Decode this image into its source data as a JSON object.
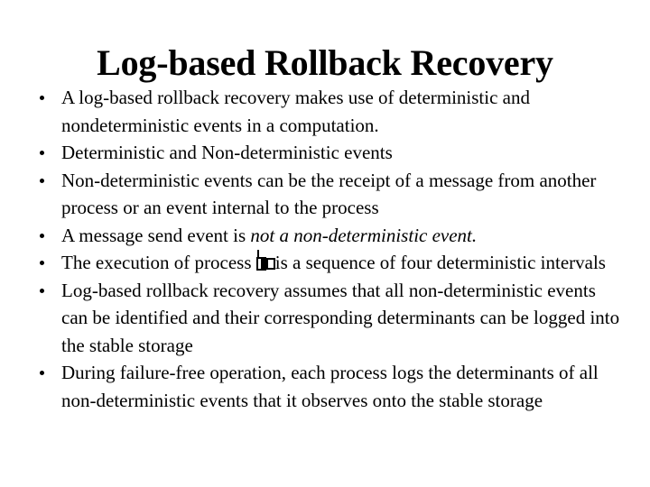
{
  "slide": {
    "title": "Log-based Rollback Recovery",
    "background_color": "#ffffff",
    "text_color": "#000000",
    "bullets": [
      {
        "id": "bullet-1",
        "text": "A log-based rollback recovery makes use of deterministic and nondeterministic events in a computation."
      },
      {
        "id": "bullet-2",
        "text": "Deterministic and Non-deterministic events"
      },
      {
        "id": "bullet-3",
        "text": "Non-deterministic events can be the receipt of a message from another process or an event internal to the process"
      },
      {
        "id": "bullet-4",
        "text_before": "A message send event is ",
        "text_italic": "not a non-deterministic event.",
        "text_after": ""
      },
      {
        "id": "bullet-5",
        "text_before": "The execution of process ",
        "glyph_note": "missing-glyph-boxes",
        "text_after": "is a sequence of four deterministic intervals"
      },
      {
        "id": "bullet-6",
        "text": "Log-based rollback recovery assumes that all non-deterministic events can be identified and their corresponding determinants can be logged into the stable storage"
      },
      {
        "id": "bullet-7",
        "text": "During failure-free operation, each process logs the determinants of all non-deterministic events that it observes onto the stable storage"
      }
    ]
  }
}
